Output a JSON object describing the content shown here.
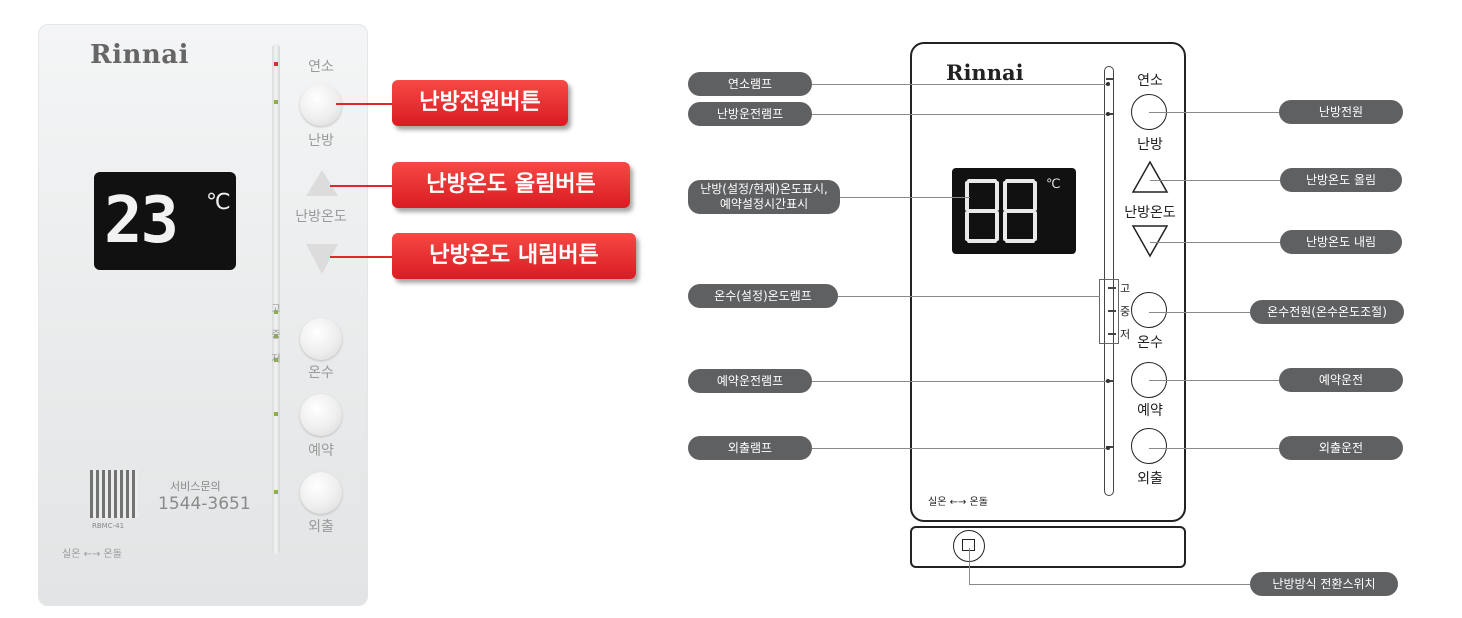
{
  "photo": {
    "brand": "Rinnai",
    "display_value": "23",
    "display_unit": "℃",
    "labels": {
      "burn": "연소",
      "heating": "난방",
      "heating_temp": "난방온도",
      "hot_water": "온수",
      "reserve": "예약",
      "away": "외출",
      "high": "고",
      "mid": "중",
      "low": "저"
    },
    "service_label": "서비스문의",
    "service_phone": "1544-3651",
    "qr_caption": "RBMC-41",
    "room_mode": "실온 ←→ 온돌"
  },
  "callouts": {
    "power": "난방전원버튼",
    "temp_up": "난방온도 올림버튼",
    "temp_down": "난방온도 내림버튼"
  },
  "diagram": {
    "brand": "Rinnai",
    "display_value": "88",
    "display_unit": "℃",
    "labels": {
      "burn": "연소",
      "heating": "난방",
      "heating_temp": "난방온도",
      "hot_water": "온수",
      "reserve": "예약",
      "away": "외출",
      "high": "고",
      "mid": "중",
      "low": "저"
    },
    "room_mode": "실온 ←→ 온돌",
    "left_tags": {
      "burn_lamp": "연소램프",
      "heating_lamp": "난방운전램프",
      "temp_display_1": "난방(설정/현재)온도표시,",
      "temp_display_2": "예약설정시간표시",
      "hot_water_lamp": "온수(설정)온도램프",
      "reserve_lamp": "예약운전램프",
      "away_lamp": "외출램프"
    },
    "right_tags": {
      "heating_power": "난방전원",
      "temp_up": "난방온도 올림",
      "temp_down": "난방온도 내림",
      "hot_water_power": "온수전원(온수온도조절)",
      "reserve_run": "예약운전",
      "away_run": "외출운전",
      "mode_switch": "난방방식 전환스위치"
    }
  },
  "colors": {
    "callout_red": "#e0272b",
    "tag_gray": "#5f6062"
  }
}
